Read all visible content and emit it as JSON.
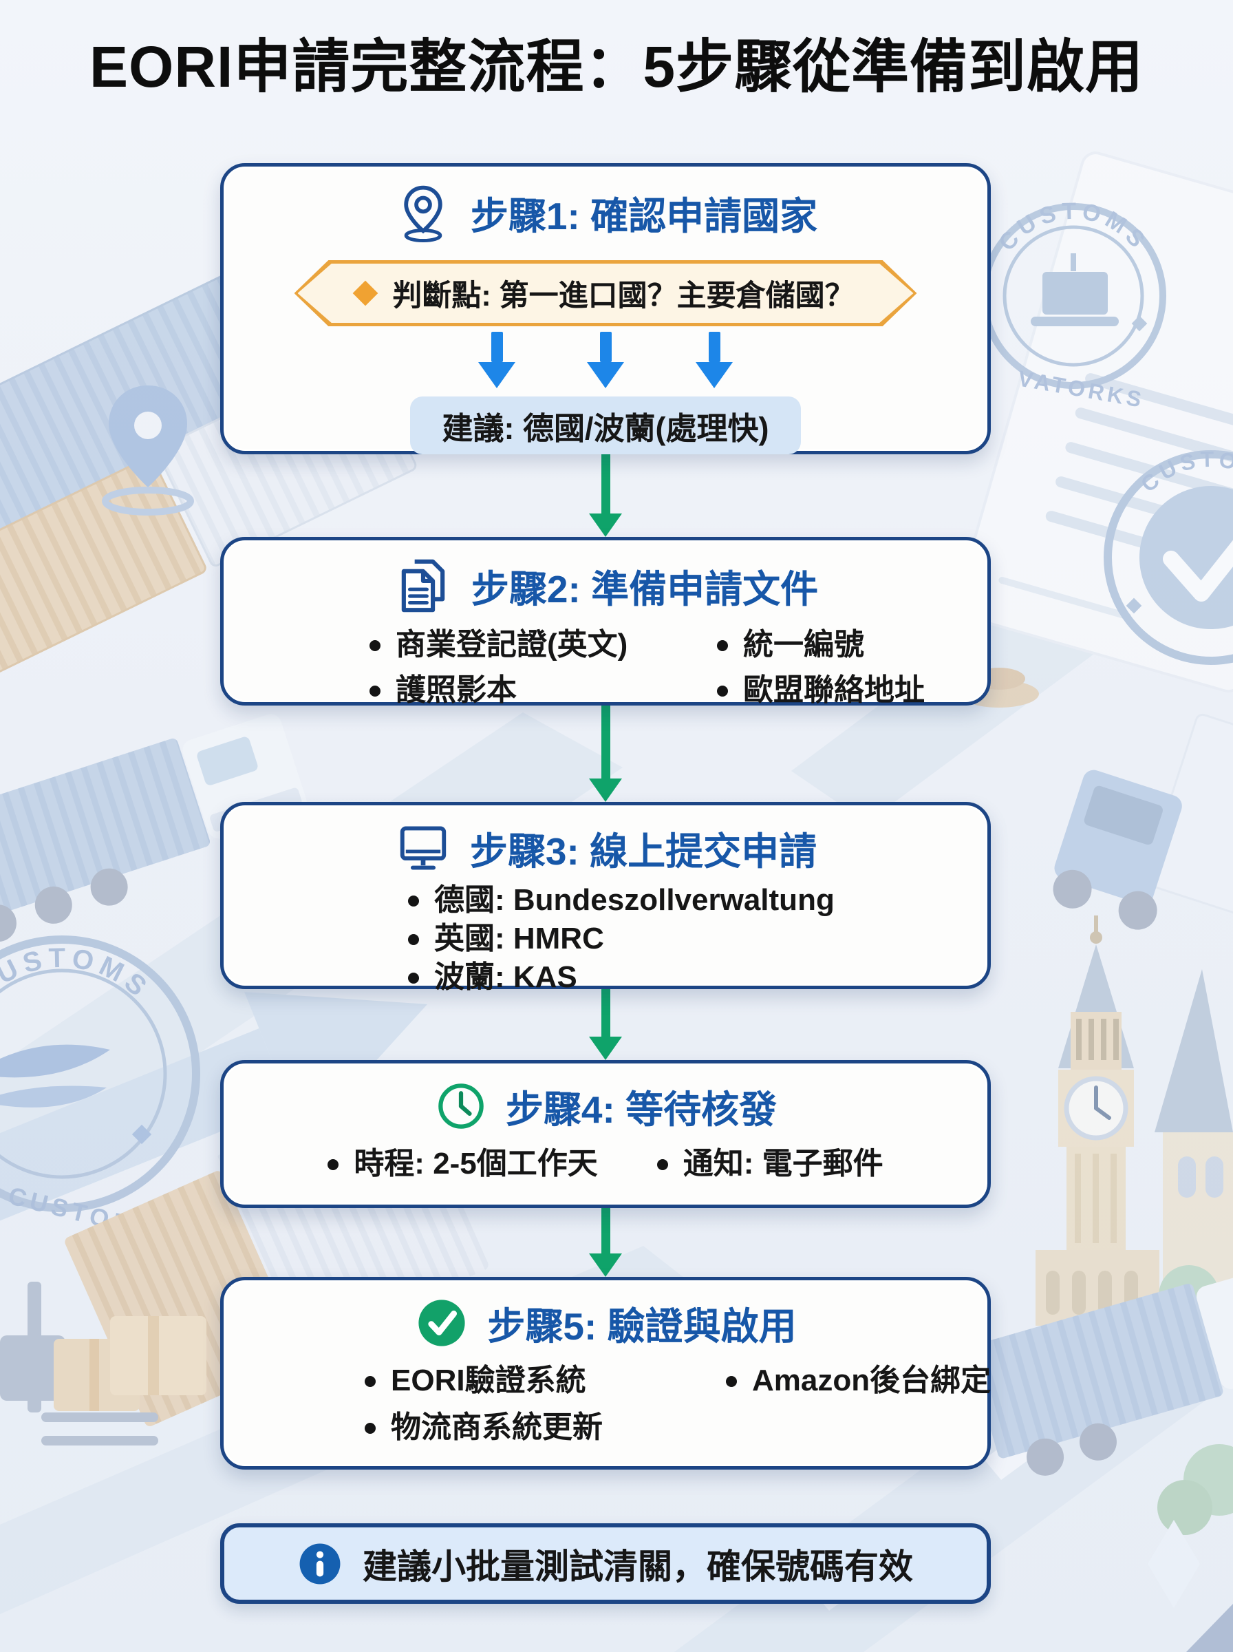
{
  "title": "EORI申請完整流程：5步驟從準備到啟用",
  "steps": [
    {
      "label": "步驟1: 確認申請國家",
      "icon": "location-pin-icon",
      "decision": "判斷點: 第一進口國？主要倉儲國？",
      "suggestion": "建議: 德國/波蘭(處理快)"
    },
    {
      "label": "步驟2: 準備申請文件",
      "icon": "documents-icon",
      "columns": [
        [
          "商業登記證(英文)",
          "護照影本"
        ],
        [
          "統一編號",
          "歐盟聯絡地址"
        ]
      ]
    },
    {
      "label": "步驟3: 線上提交申請",
      "icon": "monitor-icon",
      "bullets": [
        "德國: Bundeszollverwaltung",
        "英國: HMRC",
        "波蘭: KAS"
      ]
    },
    {
      "label": "步驟4: 等待核發",
      "icon": "clock-icon",
      "bullets": [
        "時程: 2-5個工作天",
        "通知: 電子郵件"
      ]
    },
    {
      "label": "步驟5: 驗證與啟用",
      "icon": "check-circle-icon",
      "columns": [
        [
          "EORI驗證系統",
          "物流商系統更新"
        ],
        [
          "Amazon後台綁定"
        ]
      ]
    }
  ],
  "footer_note": "建議小批量測試清關，確保號碼有效",
  "background": {
    "customs_label": "CUSTOMS",
    "stamp_bottom_label": "VATORKS"
  },
  "colors": {
    "page_bg": "#ecf0f7",
    "card_bg": "#fdfdfc",
    "card_border": "#1c4585",
    "step_title_blue": "#1757a8",
    "body_text": "#161616",
    "decision_border": "#eaa43d",
    "decision_bg": "#fdf5e5",
    "decision_diamond": "#f0a232",
    "branch_arrow_blue": "#1d86e8",
    "flow_arrow_green": "#0fa36a",
    "suggestion_bg": "#d5e5f6",
    "info_bg": "#dceafa",
    "info_icon_blue": "#1560b0",
    "check_green": "#12a169"
  }
}
